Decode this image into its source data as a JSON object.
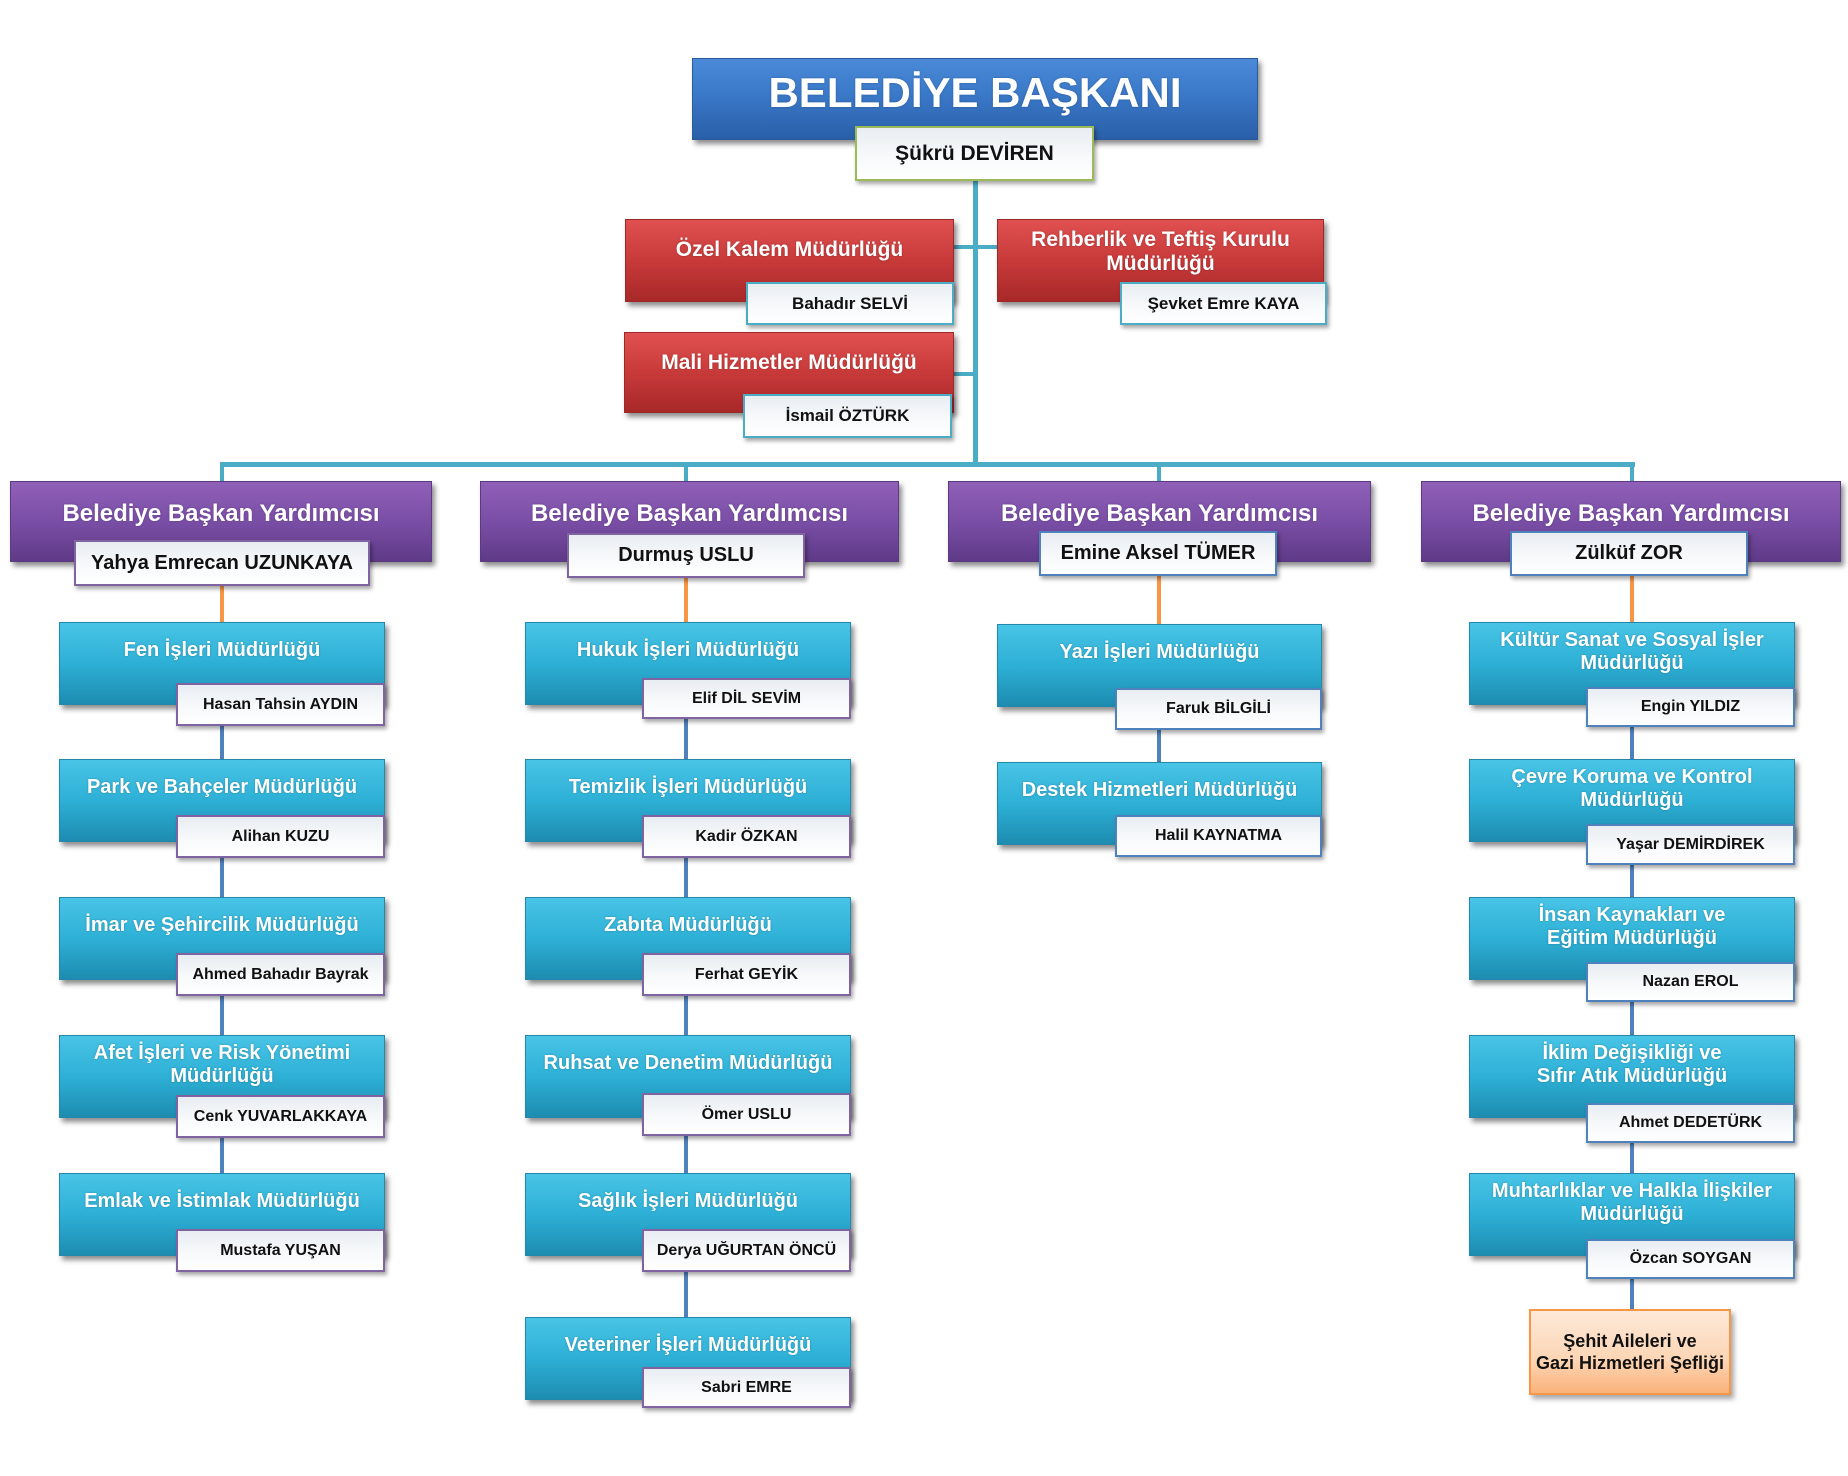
{
  "mayor": {
    "title": "BELEDİYE BAŞKANI",
    "name": "Şükrü DEVİREN"
  },
  "staff": [
    {
      "title": "Özel Kalem Müdürlüğü",
      "name": "Bahadır  SELVİ"
    },
    {
      "title": "Rehberlik ve Teftiş Kurulu\nMüdürlüğü",
      "name": "Şevket Emre KAYA"
    },
    {
      "title": "Mali Hizmetler Müdürlüğü",
      "name": "İsmail ÖZTÜRK"
    }
  ],
  "deputies": [
    {
      "title": "Belediye Başkan Yardımcısı",
      "name": "Yahya Emrecan UZUNKAYA",
      "directorates": [
        {
          "title": "Fen İşleri Müdürlüğü",
          "name": "Hasan Tahsin  AYDIN"
        },
        {
          "title": "Park ve Bahçeler Müdürlüğü",
          "name": "Alihan KUZU"
        },
        {
          "title": "İmar ve Şehircilik Müdürlüğü",
          "name": "Ahmed Bahadır Bayrak"
        },
        {
          "title": "Afet İşleri ve Risk Yönetimi\nMüdürlüğü",
          "name": "Cenk YUVARLAKKAYA"
        },
        {
          "title": "Emlak ve İstimlak Müdürlüğü",
          "name": "Mustafa YUŞAN"
        }
      ]
    },
    {
      "title": "Belediye Başkan Yardımcısı",
      "name": "Durmuş USLU",
      "directorates": [
        {
          "title": "Hukuk İşleri Müdürlüğü",
          "name": "Elif DİL SEVİM"
        },
        {
          "title": "Temizlik İşleri Müdürlüğü",
          "name": "Kadir ÖZKAN"
        },
        {
          "title": "Zabıta Müdürlüğü",
          "name": "Ferhat GEYİK"
        },
        {
          "title": "Ruhsat ve Denetim Müdürlüğü",
          "name": "Ömer USLU"
        },
        {
          "title": "Sağlık İşleri Müdürlüğü",
          "name": "Derya UĞURTAN ÖNCÜ"
        },
        {
          "title": "Veteriner İşleri Müdürlüğü",
          "name": "Sabri EMRE"
        }
      ]
    },
    {
      "title": "Belediye Başkan Yardımcısı",
      "name": "Emine Aksel TÜMER",
      "directorates": [
        {
          "title": "Yazı İşleri Müdürlüğü",
          "name": "Faruk BİLGİLİ"
        },
        {
          "title": "Destek Hizmetleri Müdürlüğü",
          "name": "Halil KAYNATMA"
        }
      ]
    },
    {
      "title": "Belediye Başkan Yardımcısı",
      "name": "Zülküf ZOR",
      "directorates": [
        {
          "title": "Kültür Sanat ve Sosyal İşler\nMüdürlüğü",
          "name": "Engin YILDIZ"
        },
        {
          "title": "Çevre Koruma ve Kontrol\nMüdürlüğü",
          "name": "Yaşar DEMİRDİREK"
        },
        {
          "title": "İnsan Kaynakları ve\nEğitim Müdürlüğü",
          "name": "Nazan EROL"
        },
        {
          "title": "İklim Değişikliği ve\nSıfır Atık Müdürlüğü",
          "name": "Ahmet DEDETÜRK"
        },
        {
          "title": "Muhtarlıklar ve Halkla İlişkiler\nMüdürlüğü",
          "name": "Özcan SOYGAN"
        }
      ],
      "sub_unit": {
        "title": "Şehit Aileleri ve\nGazi Hizmetleri Şefliği"
      }
    }
  ]
}
